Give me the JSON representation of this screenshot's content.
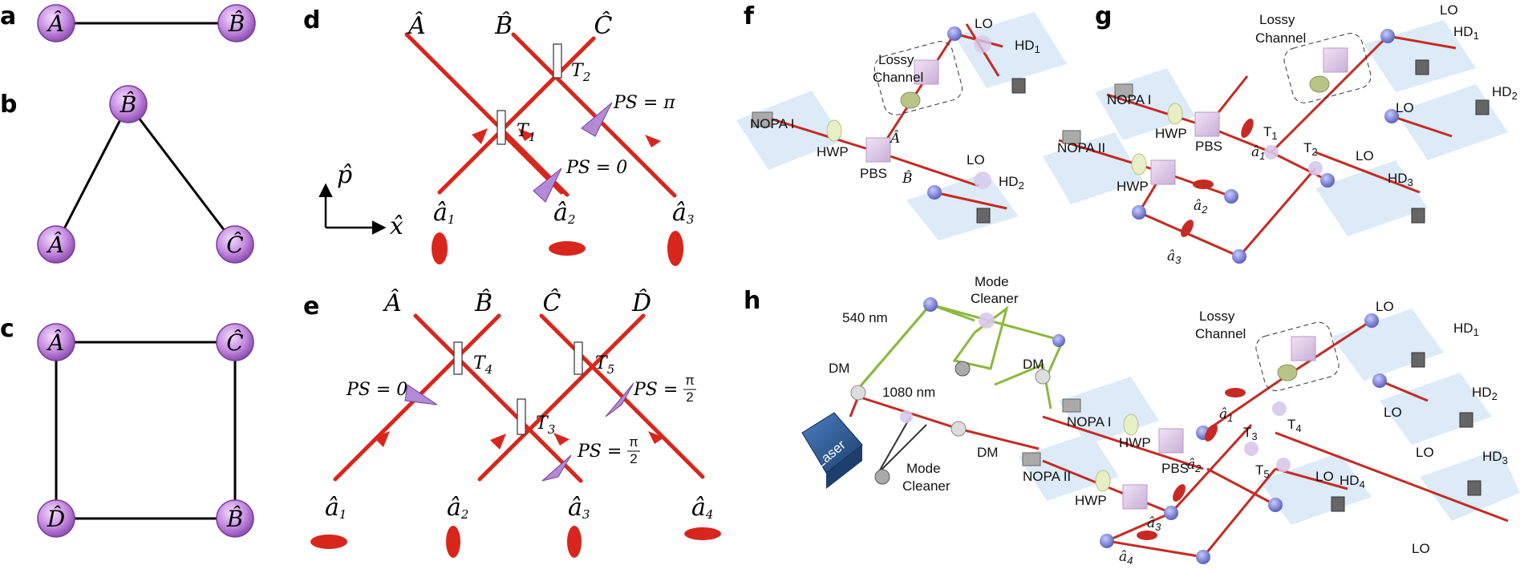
{
  "panels": {
    "a": "a",
    "b": "b",
    "c": "c",
    "d": "d",
    "e": "e",
    "f": "f",
    "g": "g",
    "h": "h"
  },
  "graph_a": {
    "nodes": [
      "Â",
      "B̂"
    ]
  },
  "graph_b": {
    "nodes": [
      "B̂",
      "Â",
      "Ĉ"
    ]
  },
  "graph_c": {
    "nodes": [
      "Â",
      "Ĉ",
      "D̂",
      "B̂"
    ]
  },
  "panel_d": {
    "outputs": [
      "Â",
      "B̂",
      "Ĉ"
    ],
    "inputs": [
      {
        "base": "â",
        "sub": "1"
      },
      {
        "base": "â",
        "sub": "2"
      },
      {
        "base": "â",
        "sub": "3"
      }
    ],
    "bs_labels": [
      {
        "base": "T",
        "sub": "1"
      },
      {
        "base": "T",
        "sub": "2"
      }
    ],
    "ps_labels": [
      "PS = 0",
      "PS = π"
    ],
    "axis": {
      "x": "x̂",
      "y": "p̂"
    }
  },
  "panel_e": {
    "outputs": [
      "Â",
      "B̂",
      "Ĉ",
      "D̂"
    ],
    "inputs": [
      {
        "base": "â",
        "sub": "1"
      },
      {
        "base": "â",
        "sub": "2"
      },
      {
        "base": "â",
        "sub": "3"
      },
      {
        "base": "â",
        "sub": "4"
      }
    ],
    "bs_labels": [
      {
        "base": "T",
        "sub": "4"
      },
      {
        "base": "T",
        "sub": "5"
      },
      {
        "base": "T",
        "sub": "3"
      }
    ],
    "ps_labels": [
      {
        "text": "PS = 0"
      },
      {
        "text": "PS =",
        "num": "π",
        "den": "2"
      },
      {
        "text": "PS =",
        "num": "π",
        "den": "2"
      }
    ]
  },
  "panel_f": {
    "nopa": "NOPA I",
    "hwp": "HWP",
    "pbs": "PBS",
    "lossy": [
      "Lossy",
      "Channel"
    ],
    "lo": [
      "LO",
      "LO"
    ],
    "hd": [
      {
        "base": "HD",
        "sub": "1"
      },
      {
        "base": "HD",
        "sub": "2"
      }
    ],
    "modes": [
      "Â",
      "B̂"
    ]
  },
  "panel_g": {
    "nopa": [
      "NOPA I",
      "NOPA II"
    ],
    "hwp": [
      "HWP",
      "HWP"
    ],
    "pbs": "PBS",
    "lossy": [
      "Lossy",
      "Channel"
    ],
    "lo": [
      "LO",
      "LO",
      "LO"
    ],
    "hd": [
      {
        "base": "HD",
        "sub": "1"
      },
      {
        "base": "HD",
        "sub": "2"
      },
      {
        "base": "HD",
        "sub": "3"
      }
    ],
    "t": [
      {
        "base": "T",
        "sub": "1"
      },
      {
        "base": "T",
        "sub": "2"
      }
    ],
    "a": [
      {
        "base": "â",
        "sub": "1"
      },
      {
        "base": "â",
        "sub": "2"
      },
      {
        "base": "â",
        "sub": "3"
      }
    ]
  },
  "panel_h": {
    "wavelength_green": "540 nm",
    "wavelength_red": "1080 nm",
    "mode_cleaner": [
      "Mode",
      "Cleaner"
    ],
    "dm": [
      "DM",
      "DM",
      "DM"
    ],
    "laser": "Laser",
    "nopa": [
      "NOPA I",
      "NOPA II"
    ],
    "hwp": [
      "HWP",
      "HWP"
    ],
    "pbs": "PBS",
    "lossy": [
      "Lossy",
      "Channel"
    ],
    "lo": [
      "LO",
      "LO",
      "LO",
      "LO",
      "LO"
    ],
    "hd": [
      {
        "base": "HD",
        "sub": "1"
      },
      {
        "base": "HD",
        "sub": "2"
      },
      {
        "base": "HD",
        "sub": "3"
      },
      {
        "base": "HD",
        "sub": "4"
      }
    ],
    "t": [
      {
        "base": "T",
        "sub": "3"
      },
      {
        "base": "T",
        "sub": "4"
      },
      {
        "base": "T",
        "sub": "5"
      }
    ],
    "a": [
      {
        "base": "â",
        "sub": "1"
      },
      {
        "base": "â",
        "sub": "2"
      },
      {
        "base": "â",
        "sub": "3"
      },
      {
        "base": "â",
        "sub": "4"
      }
    ]
  },
  "colors": {
    "node_fill": "#c58be0",
    "node_stroke": "#7a3d99",
    "beam": "#d9261c",
    "green_beam": "#8ab93a",
    "table": "#dcebf7",
    "mirror": "#6a6fc9",
    "ps_wedge": "#b28ad6"
  }
}
